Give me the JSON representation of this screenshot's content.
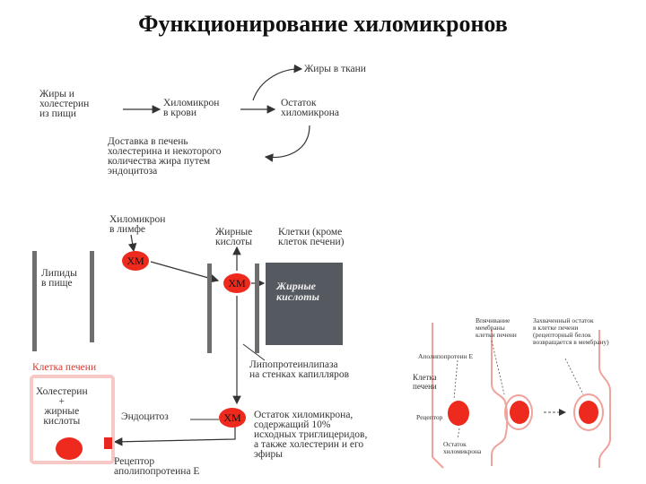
{
  "title": "Функционирование хиломикронов",
  "top": {
    "fats_food": "Жиры и\nхолестерин\nиз пищи",
    "chylo_blood": "Хиломикрон\nв крови",
    "fats_tissue": "Жиры в ткани",
    "remnant": "Остаток\nхиломикрона",
    "delivery": "Доставка в печень\nхолестерина и некоторого\nколичества жира путем\nэндоцитоза"
  },
  "middle": {
    "chylo_lymph": "Хиломикрон\nв лимфе",
    "lipids_food": "Липиды\nв пище",
    "xm": "ХМ",
    "fatty_acids": "Жирные\nкислоты",
    "cells_except_liver": "Клетки (кроме\nклеток печени)",
    "box_fatty_acids": "Жирные\nкислоты",
    "lpl": "Липопротеинлипаза\nна стенках капилляров"
  },
  "bottom": {
    "liver_cell": "Клетка печени",
    "cholesterol": "Холестерин\n+\nжирные\nкислоты",
    "endocytosis": "Эндоцитоз",
    "remnant_desc": "Остаток хиломикрона,\nсодержащий 10%\nисходных триглицеридов,\nа также холестерин и его\nэфиры",
    "receptor": "Рецептор\nаполипопротеина Е"
  },
  "inset": {
    "apoE": "Аполипопротеин Е",
    "liver_cell": "Клетка\nпечени",
    "receptor": "Рецептор",
    "invagination": "Впячивание\nмембраны\nклетки печени",
    "captured": "Захваченный остаток\nв клетке печени\n(рецепторный белок\nвозвращается в мембрану)",
    "remnant": "Остаток\nхиломикрона"
  }
}
